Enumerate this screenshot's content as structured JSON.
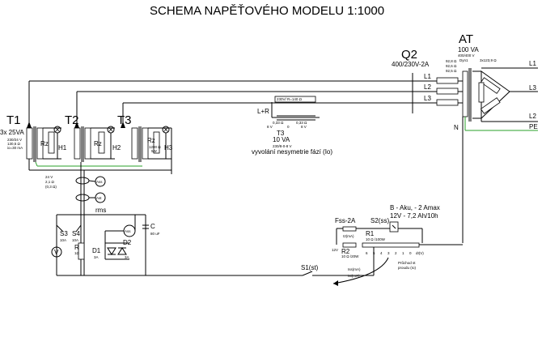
{
  "title": "SCHEMA NAPĚŤOVÉHO MODELU 1:1000",
  "transformers": {
    "t1": {
      "label": "T1",
      "spec": "3x 25VA",
      "notes": [
        "230/24 V",
        "130,5 Ω",
        "io=30 mA"
      ]
    },
    "t2": {
      "label": "T2"
    },
    "t3": {
      "label": "T3",
      "rz_value": "1200 Ω",
      "rz_value2": "5W"
    },
    "rz": "Rz",
    "lamps": [
      "H1",
      "H2",
      "H3"
    ]
  },
  "q2": {
    "label": "Q2",
    "spec": "400/230V-2A",
    "lines": [
      "L1",
      "L2",
      "L3"
    ]
  },
  "at": {
    "label": "AT",
    "spec": "100 VA",
    "spec2": "400/400 V",
    "spec3": "Dyn1",
    "res": [
      "92,8 Ω",
      "92,6 Ω",
      "92,5 Ω"
    ],
    "res_right": "3x123,9 Ω",
    "n_label": "N"
  },
  "outputs": {
    "l1": "L1",
    "l3": "L3",
    "l2": "L2",
    "pe": "PE"
  },
  "asym": {
    "lr": "L+R",
    "resistor": "230V/ R=140 Ω",
    "t3": "T3",
    "va": "10 VA",
    "ratio": "230/8-0-8 V",
    "taps": [
      "0,33 Ω",
      "0,33 Ω"
    ],
    "volts": [
      "8 V",
      "0",
      "8 V"
    ],
    "caption": "vyvolání nesymetrie fází (Io)"
  },
  "lower": {
    "spec": [
      "24 V",
      "2,1 Ω",
      "(0,3 Ω)"
    ],
    "ass1": "Ass",
    "ast": "Ast",
    "rms": "rms",
    "s3": "S3",
    "s3v": "10A",
    "s4": "S4",
    "s4v": "10A",
    "v": "V",
    "r": "R",
    "r_val": "1Ω",
    "ass2": "Ass",
    "c": "C",
    "c_val": "80 uF",
    "d1": "D1",
    "d1v": "3A",
    "d2": "D2",
    "d2v": "3A"
  },
  "right_lower": {
    "batt": "B - Aku, - 2 Amax",
    "batt2": "12V - 7,2 Ah/10h",
    "s2": "S2(ss)",
    "fss": "Fss-2A",
    "ia": "I2(mA)",
    "r1": "R1",
    "r1v": "10 Ω /100W",
    "r2": "R2",
    "r2v": "10 Ω /20W",
    "v12": "12V",
    "scale": [
      "6",
      "5",
      "4",
      "3",
      "2",
      "1",
      "0",
      "dI(V)"
    ],
    "s1": "S1(st)",
    "im": [
      "Iss(mA)",
      "Ist(mA)"
    ],
    "pruchod": [
      "Průchod st",
      "proudu (Io)"
    ]
  }
}
